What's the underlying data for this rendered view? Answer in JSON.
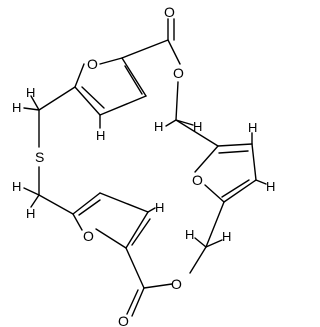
{
  "molecule": {
    "atoms": {
      "o_carbonyl_top": "O",
      "o_ester_top": "O",
      "o_furan_upper": "O",
      "o_furan_right": "O",
      "o_furan_lower": "O",
      "o_ester_bottom": "O",
      "o_carbonyl_bottom": "O",
      "s_thioether": "S"
    },
    "hydrogens": {
      "h1": "H",
      "h2": "H",
      "h3": "H",
      "h4": "H",
      "h5": "H",
      "h6": "H",
      "h7": "H",
      "h8": "H",
      "h9": "H",
      "h10": "H",
      "h11": "H",
      "h12": "H"
    }
  }
}
